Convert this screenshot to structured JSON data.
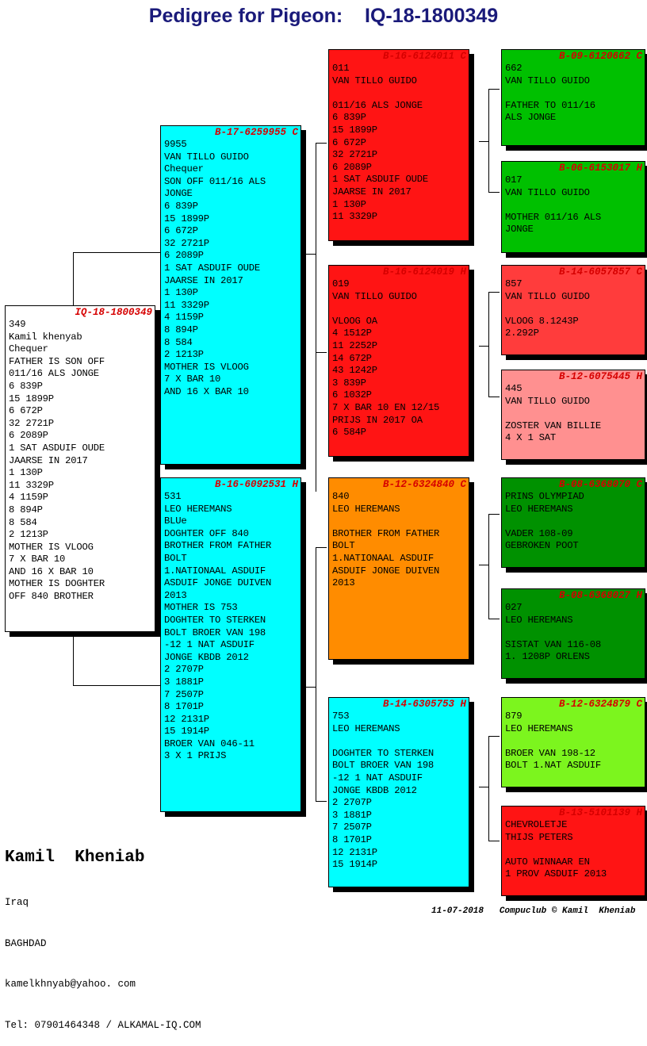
{
  "title": "Pedigree for Pigeon:    IQ-18-1800349",
  "subject": {
    "header": "IQ-18-1800349",
    "body": "349\nKamil khenyab\nChequer\nFATHER IS SON OFF\n011/16 ALS JONGE\n6 839P\n15 1899P\n6 672P\n32 2721P\n6 2089P\n1 SAT ASDUIF OUDE\nJAARSE IN 2017\n1 130P\n11 3329P\n4 1159P\n8 894P\n8 584\n2 1213P\nMOTHER IS VLOOG\n7 X BAR 10\nAND 16 X BAR 10\nMOTHER IS DOGHTER\nOFF 840 BROTHER"
  },
  "gen2": [
    {
      "header": "B-17-6259955 C",
      "body": "9955\nVAN TILLO GUIDO\nChequer\nSON OFF 011/16 ALS\nJONGE\n6 839P\n15 1899P\n6 672P\n32 2721P\n6 2089P\n1 SAT ASDUIF OUDE\nJAARSE IN 2017\n1 130P\n11 3329P\n4 1159P\n8 894P\n8 584\n2 1213P\nMOTHER IS VLOOG\n7 X BAR 10\nAND 16 X BAR 10"
    },
    {
      "header": "B-16-6092531 H",
      "body": "531\nLEO HEREMANS\nBLUe\nDOGHTER OFF 840\nBROTHER FROM FATHER\nBOLT\n1.NATIONAAL ASDUIF\nASDUIF JONGE DUIVEN\n2013\nMOTHER IS 753\nDOGHTER TO STERKEN\nBOLT BROER VAN 198\n-12 1 NAT ASDUIF\nJONGE KBDB 2012\n2 2707P\n3 1881P\n7 2507P\n8 1701P\n12 2131P\n15 1914P\nBROER VAN 046-11\n3 X 1 PRIJS"
    }
  ],
  "gen3": [
    {
      "header": "B-16-6124011 C",
      "body": "011\nVAN TILLO GUIDO\n\n011/16 ALS JONGE\n6 839P\n15 1899P\n6 672P\n32 2721P\n6 2089P\n1 SAT ASDUIF OUDE\nJAARSE IN 2017\n1 130P\n11 3329P"
    },
    {
      "header": "B-16-6124019 H",
      "body": "019\nVAN TILLO GUIDO\n\nVLOOG OA\n4 1512P\n11 2252P\n14 672P\n43 1242P\n3 839P\n6 1032P\n7 X BAR 10 EN 12/15\nPRIJS IN 2017 OA\n6 584P"
    },
    {
      "header": "B-12-6324840 C",
      "body": "840\nLEO HEREMANS\n\nBROTHER FROM FATHER\nBOLT\n1.NATIONAAL ASDUIF\nASDUIF JONGE DUIVEN\n2013"
    },
    {
      "header": "B-14-6305753 H",
      "body": "753\nLEO HEREMANS\n\nDOGHTER TO STERKEN\nBOLT BROER VAN 198\n-12 1 NAT ASDUIF\nJONGE KBDB 2012\n2 2707P\n3 1881P\n7 2507P\n8 1701P\n12 2131P\n15 1914P"
    }
  ],
  "gen4": [
    {
      "header": "B-09-6120662 C",
      "body": "662\nVAN TILLO GUIDO\n\nFATHER TO 011/16\nALS JONGE"
    },
    {
      "header": "B-06-6153017 H",
      "body": "017\nVAN TILLO GUIDO\n\nMOTHER 011/16 ALS\nJONGE"
    },
    {
      "header": "B-14-6057857 C",
      "body": "857\nVAN TILLO GUIDO\n\nVLOOG 8.1243P\n2.292P"
    },
    {
      "header": "B-12-6075445 H",
      "body": "445\nVAN TILLO GUIDO\n\nZOSTER VAN BILLIE\n4 X 1 SAT"
    },
    {
      "header": "B-08-6368070 C",
      "body": "PRINS OLYMPIAD\nLEO HEREMANS\n\nVADER 108-09\nGEBROKEN POOT"
    },
    {
      "header": "B-08-6368027 H",
      "body": "027\nLEO HEREMANS\n\nSISTAT VAN 116-08\n1. 1208P ORLENS"
    },
    {
      "header": "B-12-6324879 C",
      "body": "879\nLEO HEREMANS\n\nBROER VAN 198-12\nBOLT 1.NAT ASDUIF"
    },
    {
      "header": "B-13-5101139 H",
      "body": "CHEVROLETJE\nTHIJS PETERS\n\nAUTO WINNAAR EN\n1 PROV ASDUIF 2013"
    }
  ],
  "owner": {
    "name": "Kamil  Kheniab",
    "country": "Iraq",
    "city": "BAGHDAD",
    "email": "kamelkhnyab@yahoo. com",
    "tel": "Tel: 07901464348 / ALKAMAL-IQ.COM"
  },
  "credit": "11-07-2018   Compuclub © Kamil  Kheniab",
  "colors": {
    "subject_bg": "#ffffff",
    "cyan": "#00ffff",
    "red": "#ff1414",
    "red_light": "#ff4040",
    "orange": "#ff8c00",
    "green": "#00c000",
    "green_dark": "#009100",
    "green_bright": "#7cf51e",
    "salmon": "#ff9090",
    "title_blue": "#1a1a7a",
    "header_red": "#d60000"
  }
}
